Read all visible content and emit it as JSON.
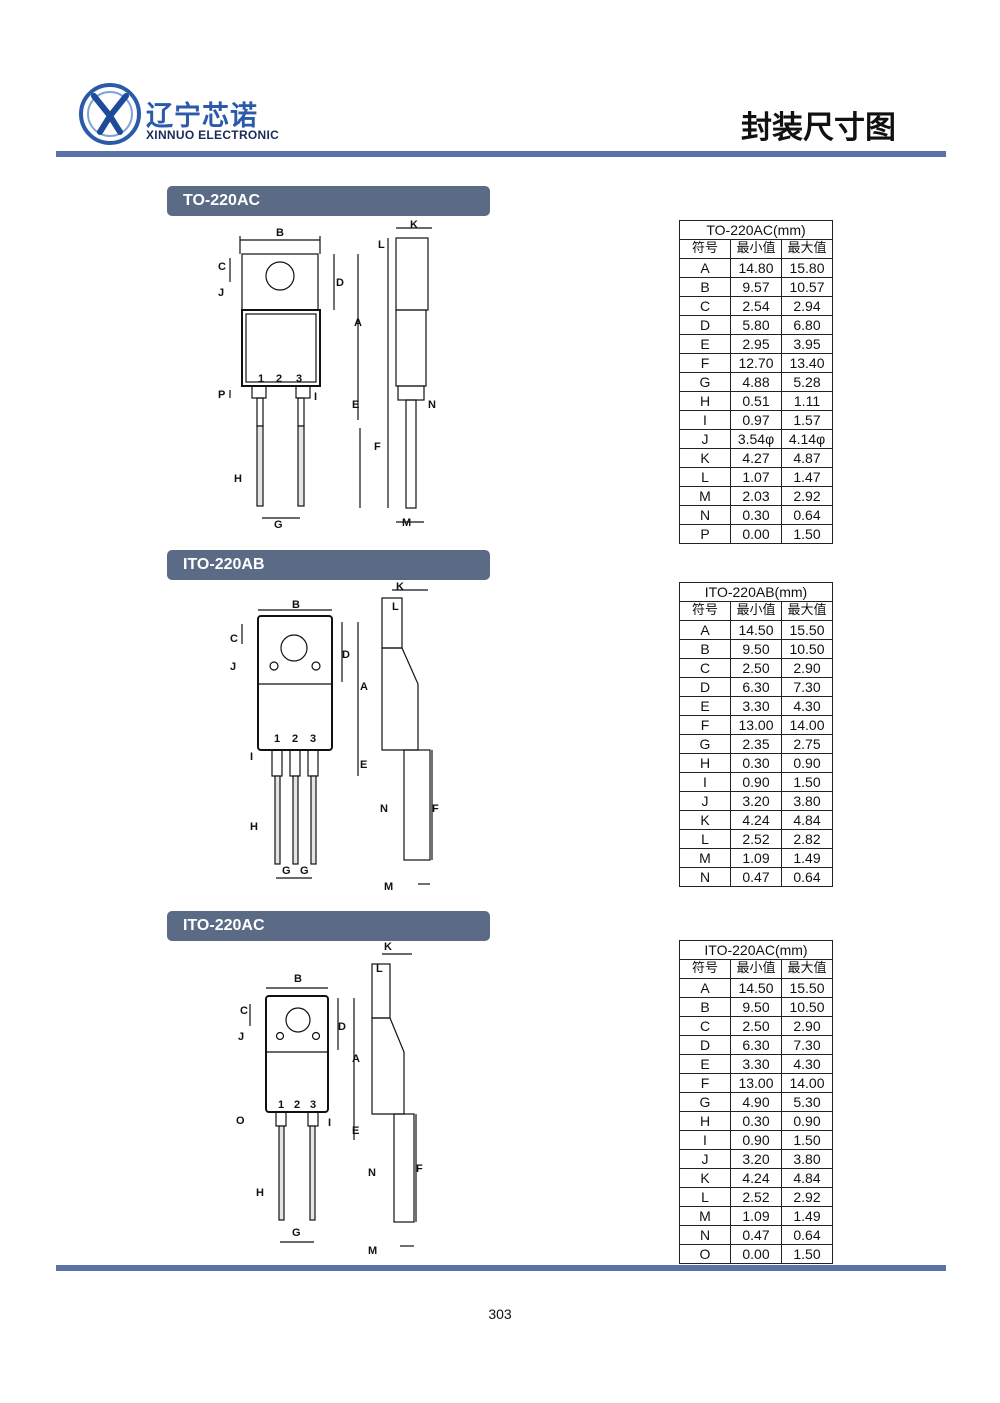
{
  "header": {
    "logo_cn": "辽宁芯诺",
    "logo_en": "XINNUO ELECTRONIC",
    "page_title": "封装尺寸图"
  },
  "packages": [
    {
      "label": "TO-220AC",
      "table_title": "TO-220AC(mm)",
      "columns": [
        "符号",
        "最小值",
        "最大值"
      ],
      "rows": [
        [
          "A",
          "14.80",
          "15.80"
        ],
        [
          "B",
          "9.57",
          "10.57"
        ],
        [
          "C",
          "2.54",
          "2.94"
        ],
        [
          "D",
          "5.80",
          "6.80"
        ],
        [
          "E",
          "2.95",
          "3.95"
        ],
        [
          "F",
          "12.70",
          "13.40"
        ],
        [
          "G",
          "4.88",
          "5.28"
        ],
        [
          "H",
          "0.51",
          "1.11"
        ],
        [
          "I",
          "0.97",
          "1.57"
        ],
        [
          "J",
          "3.54φ",
          "4.14φ"
        ],
        [
          "K",
          "4.27",
          "4.87"
        ],
        [
          "L",
          "1.07",
          "1.47"
        ],
        [
          "M",
          "2.03",
          "2.92"
        ],
        [
          "N",
          "0.30",
          "0.64"
        ],
        [
          "P",
          "0.00",
          "1.50"
        ]
      ]
    },
    {
      "label": "ITO-220AB",
      "table_title": "ITO-220AB(mm)",
      "columns": [
        "符号",
        "最小值",
        "最大值"
      ],
      "rows": [
        [
          "A",
          "14.50",
          "15.50"
        ],
        [
          "B",
          "9.50",
          "10.50"
        ],
        [
          "C",
          "2.50",
          "2.90"
        ],
        [
          "D",
          "6.30",
          "7.30"
        ],
        [
          "E",
          "3.30",
          "4.30"
        ],
        [
          "F",
          "13.00",
          "14.00"
        ],
        [
          "G",
          "2.35",
          "2.75"
        ],
        [
          "H",
          "0.30",
          "0.90"
        ],
        [
          "I",
          "0.90",
          "1.50"
        ],
        [
          "J",
          "3.20",
          "3.80"
        ],
        [
          "K",
          "4.24",
          "4.84"
        ],
        [
          "L",
          "2.52",
          "2.82"
        ],
        [
          "M",
          "1.09",
          "1.49"
        ],
        [
          "N",
          "0.47",
          "0.64"
        ]
      ]
    },
    {
      "label": "ITO-220AC",
      "table_title": "ITO-220AC(mm)",
      "columns": [
        "符号",
        "最小值",
        "最大值"
      ],
      "rows": [
        [
          "A",
          "14.50",
          "15.50"
        ],
        [
          "B",
          "9.50",
          "10.50"
        ],
        [
          "C",
          "2.50",
          "2.90"
        ],
        [
          "D",
          "6.30",
          "7.30"
        ],
        [
          "E",
          "3.30",
          "4.30"
        ],
        [
          "F",
          "13.00",
          "14.00"
        ],
        [
          "G",
          "4.90",
          "5.30"
        ],
        [
          "H",
          "0.30",
          "0.90"
        ],
        [
          "I",
          "0.90",
          "1.50"
        ],
        [
          "J",
          "3.20",
          "3.80"
        ],
        [
          "K",
          "4.24",
          "4.84"
        ],
        [
          "L",
          "2.52",
          "2.92"
        ],
        [
          "M",
          "1.09",
          "1.49"
        ],
        [
          "N",
          "0.47",
          "0.64"
        ],
        [
          "O",
          "0.00",
          "1.50"
        ]
      ]
    }
  ],
  "drawing_labels": {
    "pins": [
      "1",
      "2",
      "3"
    ],
    "dims": [
      "A",
      "B",
      "C",
      "D",
      "E",
      "F",
      "G",
      "H",
      "I",
      "J",
      "K",
      "L",
      "M",
      "N",
      "O",
      "P"
    ]
  },
  "footer": {
    "page_number": "303"
  }
}
